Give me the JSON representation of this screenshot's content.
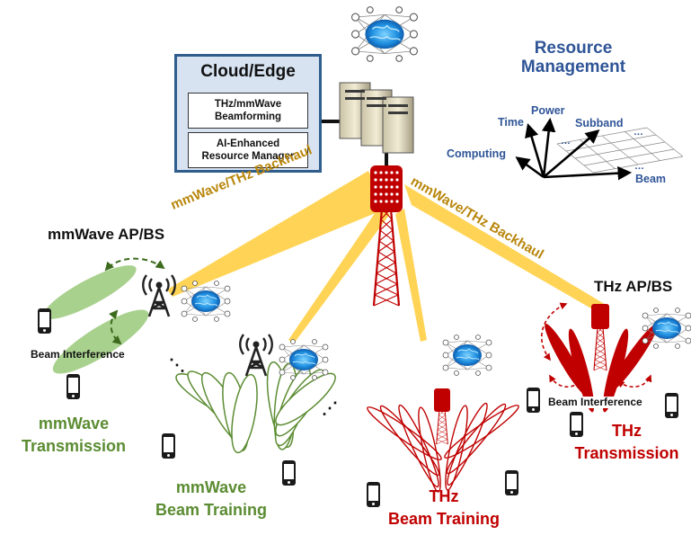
{
  "cloud": {
    "title": "Cloud/Edge",
    "module_1": "THz/mmWave Beamforming",
    "module_2": "AI-Enhanced Resource Manager"
  },
  "resource": {
    "title_line1": "Resource",
    "title_line2": "Management",
    "axes": {
      "power": "Power",
      "time": "Time",
      "subband": "Subband",
      "computing": "Computing",
      "beam": "Beam"
    }
  },
  "backhaul": {
    "left": "mmWave/THz Backhaul",
    "right": "mmWave/THz Backhaul"
  },
  "mmwave_ap": {
    "label": "mmWave AP/BS"
  },
  "thz_ap": {
    "label": "THz AP/BS"
  },
  "mmwave_tx": {
    "interference": "Beam Interference",
    "line1": "mmWave",
    "line2": "Transmission"
  },
  "mmwave_training": {
    "line1": "mmWave",
    "line2": "Beam Training"
  },
  "thz_training": {
    "line1": "THz",
    "line2": "Beam Training"
  },
  "thz_tx": {
    "interference": "Beam Interference",
    "line1": "THz",
    "line2": "Transmission"
  },
  "colors": {
    "backhaul_beam": "#ffd24d",
    "backhaul_text": "#b8860b",
    "mmwave_green": "#5b8c32",
    "mmwave_fill": "#a9d18e",
    "thz_red": "#c00000",
    "resource_blue": "#2f5597",
    "cloud_fill": "#d7e3f1",
    "cloud_border": "#2f5d8c"
  },
  "icons": {
    "neural_net": "brain-neural-network-icon",
    "server": "server-stack-icon",
    "tower": "antenna-tower-icon",
    "phone": "smartphone-icon"
  }
}
